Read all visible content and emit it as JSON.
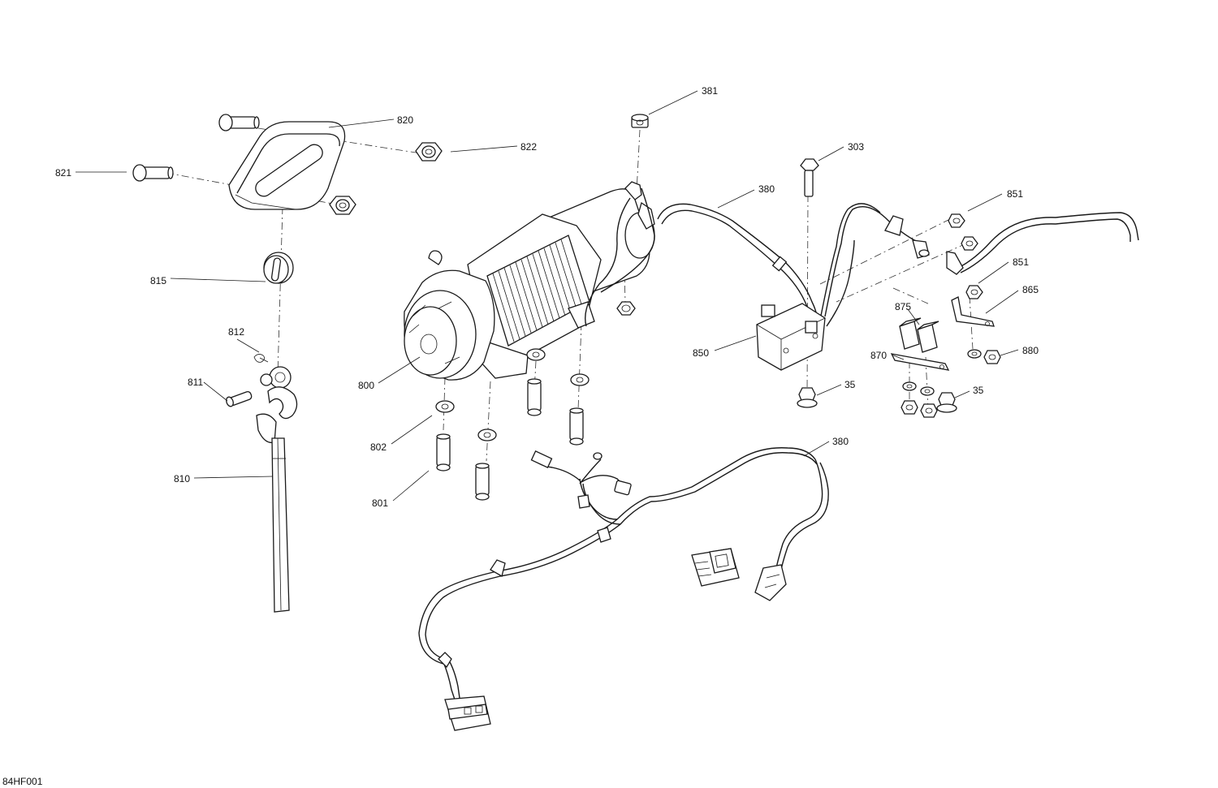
{
  "diagram_code": "84HF001",
  "callouts": [
    {
      "id": "c381",
      "label": "381"
    },
    {
      "id": "c820",
      "label": "820"
    },
    {
      "id": "c822",
      "label": "822"
    },
    {
      "id": "c821",
      "label": "821"
    },
    {
      "id": "c303",
      "label": "303"
    },
    {
      "id": "c380a",
      "label": "380"
    },
    {
      "id": "c851a",
      "label": "851"
    },
    {
      "id": "c815",
      "label": "815"
    },
    {
      "id": "c851b",
      "label": "851"
    },
    {
      "id": "c865",
      "label": "865"
    },
    {
      "id": "c875",
      "label": "875"
    },
    {
      "id": "c812",
      "label": "812"
    },
    {
      "id": "c850",
      "label": "850"
    },
    {
      "id": "c880",
      "label": "880"
    },
    {
      "id": "c870",
      "label": "870"
    },
    {
      "id": "c811",
      "label": "811"
    },
    {
      "id": "c800",
      "label": "800"
    },
    {
      "id": "c35a",
      "label": "35"
    },
    {
      "id": "c35b",
      "label": "35"
    },
    {
      "id": "c380b",
      "label": "380"
    },
    {
      "id": "c802",
      "label": "802"
    },
    {
      "id": "c810",
      "label": "810"
    },
    {
      "id": "c801",
      "label": "801"
    }
  ]
}
